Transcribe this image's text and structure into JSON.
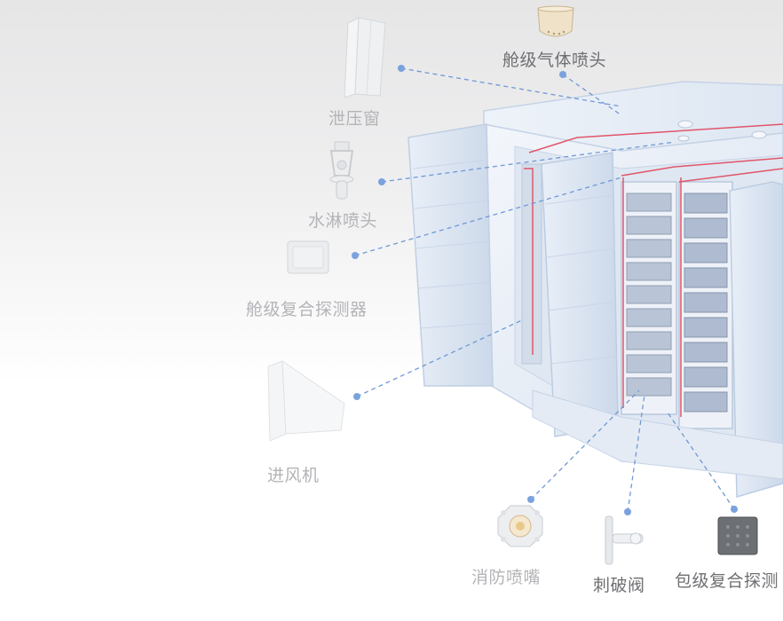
{
  "components": [
    {
      "key": "cabin_gas_nozzle",
      "label": "舱级气体喷头"
    },
    {
      "key": "pressure_relief_window",
      "label": "泄压窗"
    },
    {
      "key": "sprinkler_head",
      "label": "水淋喷头"
    },
    {
      "key": "cabin_composite_detector",
      "label": "舱级复合探测器"
    },
    {
      "key": "air_intake_fan",
      "label": "进风机"
    },
    {
      "key": "fire_nozzle",
      "label": "消防喷嘴"
    },
    {
      "key": "puncture_valve",
      "label": "刺破阀"
    },
    {
      "key": "pack_composite_detector",
      "label": "包级复合探测"
    }
  ],
  "colors": {
    "leader_line": "#6f98d6",
    "leader_dot": "#7aa2dd",
    "container_frame": "#c9d7ea",
    "battery_red": "#e0566a"
  }
}
